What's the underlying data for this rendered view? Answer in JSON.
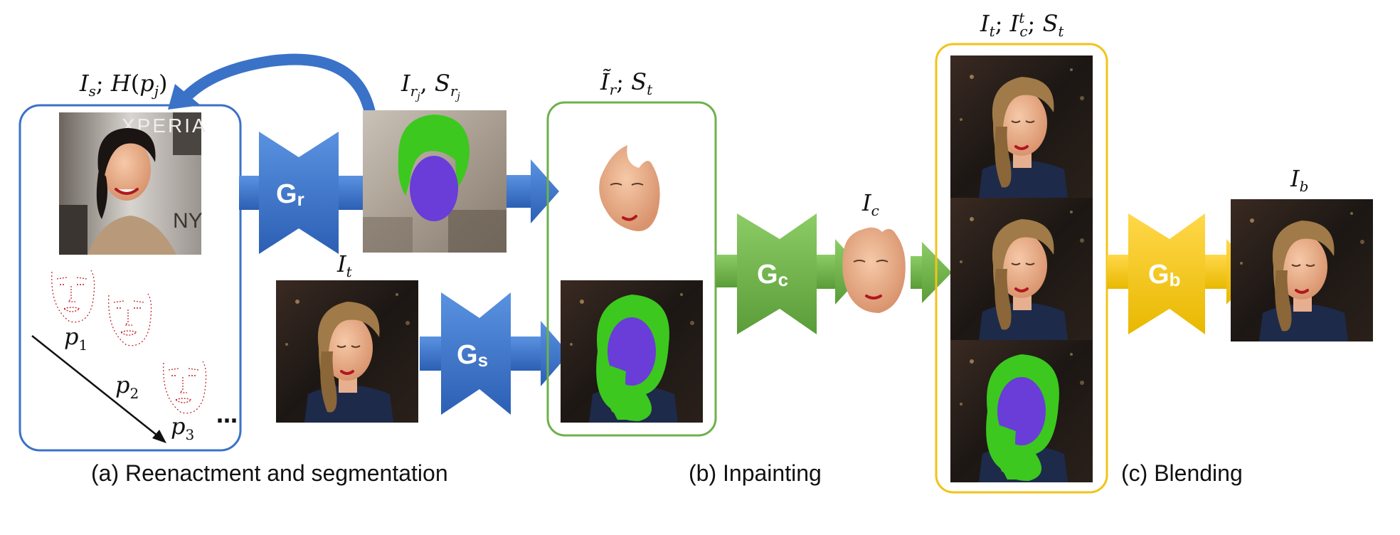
{
  "stages": [
    {
      "caption": "(a) Reenactment and segmentation"
    },
    {
      "caption": "(b) Inpainting"
    },
    {
      "caption": "(c) Blending"
    }
  ],
  "generators": {
    "reenact": {
      "label_main": "G",
      "label_sub": "r",
      "color": "#3a72c8"
    },
    "segment": {
      "label_main": "G",
      "label_sub": "s",
      "color": "#3a72c8"
    },
    "inpaint": {
      "label_main": "G",
      "label_sub": "c",
      "color": "#6fb04a"
    },
    "blend": {
      "label_main": "G",
      "label_sub": "b",
      "color": "#f2c318"
    }
  },
  "images": {
    "source": {
      "label": "I_s; H(p_j)",
      "watermark_top": "XPERIA",
      "watermark_bottom": "NY"
    },
    "reenacted": {
      "label": "I_{r_j}, S_{r_j}"
    },
    "target": {
      "label": "I_t"
    },
    "face_input": {
      "label": "Ĩ_r; S_t"
    },
    "completed": {
      "label": "I_c"
    },
    "blend_inputs": {
      "label": "I_t; I_c^t; S_t"
    },
    "blended": {
      "label": "I_b"
    }
  },
  "landmarks": [
    {
      "label": "p1",
      "letter": "p",
      "index": "1"
    },
    {
      "label": "p2",
      "letter": "p",
      "index": "2"
    },
    {
      "label": "p3",
      "letter": "p",
      "index": "3"
    }
  ],
  "ellipsis": "…",
  "colors": {
    "stage_a_frame": "#3a72c8",
    "stage_b_frame": "#6fb04a",
    "stage_c_frame": "#f2c318",
    "hair_mask": "#3cc81e",
    "face_mask": "#6a3cd8",
    "landmark_dots": "#c0181e"
  }
}
